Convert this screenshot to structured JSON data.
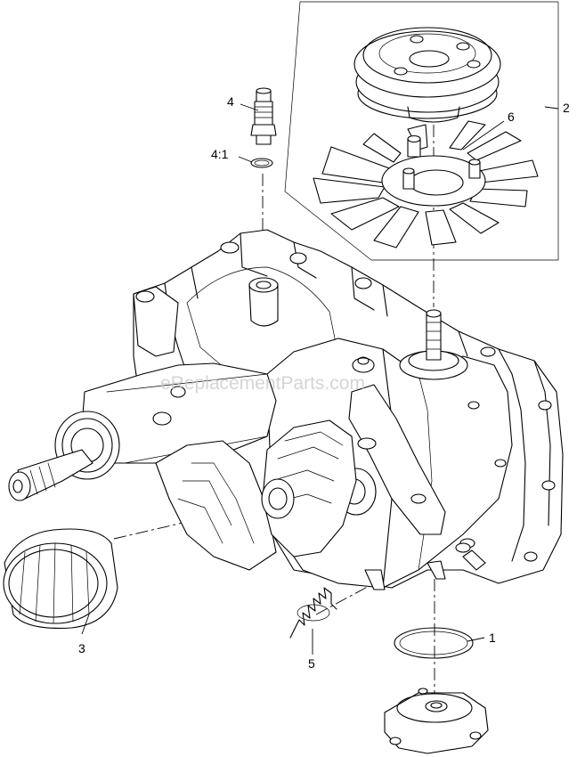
{
  "watermark": "eReplacementParts.com",
  "callouts": [
    {
      "id": "c4",
      "label": "4"
    },
    {
      "id": "c41",
      "label": "4:1"
    },
    {
      "id": "c2",
      "label": "2"
    },
    {
      "id": "c6",
      "label": "6"
    },
    {
      "id": "c3",
      "label": "3"
    },
    {
      "id": "c5",
      "label": "5"
    },
    {
      "id": "c1",
      "label": "1"
    }
  ]
}
